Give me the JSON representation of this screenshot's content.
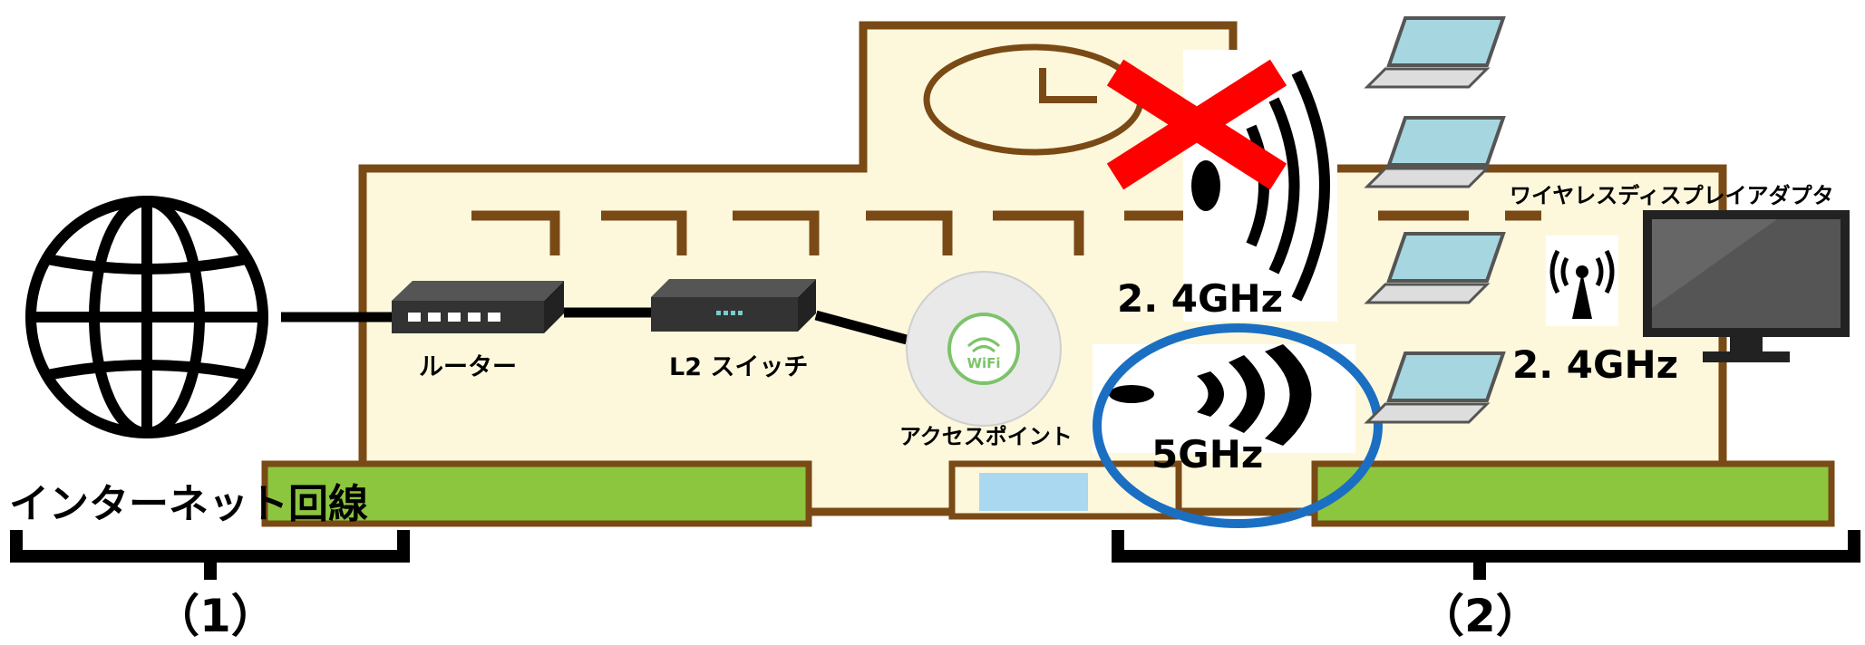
{
  "labels": {
    "internet_line": "インターネット回線",
    "router": "ルーター",
    "l2_switch": "L2 スイッチ",
    "access_point": "アクセスポイント",
    "band_24_ap": "2. 4GHz",
    "band_5": "5GHz",
    "wireless_display_adapter": "ワイヤレスディスプレイアダプタ",
    "band_24_display": "2. 4GHz",
    "section_1": "（1）",
    "section_2": "（2）",
    "wifi_badge": "WiFi"
  },
  "colors": {
    "building_fill": "#fdf8dc",
    "building_outline": "#7a4a16",
    "blackboard_green": "#8cc63f",
    "window_blue": "#a9d8f0",
    "cross_red": "#ff0000",
    "circle_blue": "#1b6fc2",
    "laptop_screen": "#a6d7e0"
  },
  "icons": [
    "globe-icon",
    "router-icon",
    "switch-icon",
    "access-point-icon",
    "wifi-signal-icon",
    "laptop-icon",
    "antenna-icon",
    "monitor-icon",
    "clock-icon",
    "cross-icon"
  ]
}
